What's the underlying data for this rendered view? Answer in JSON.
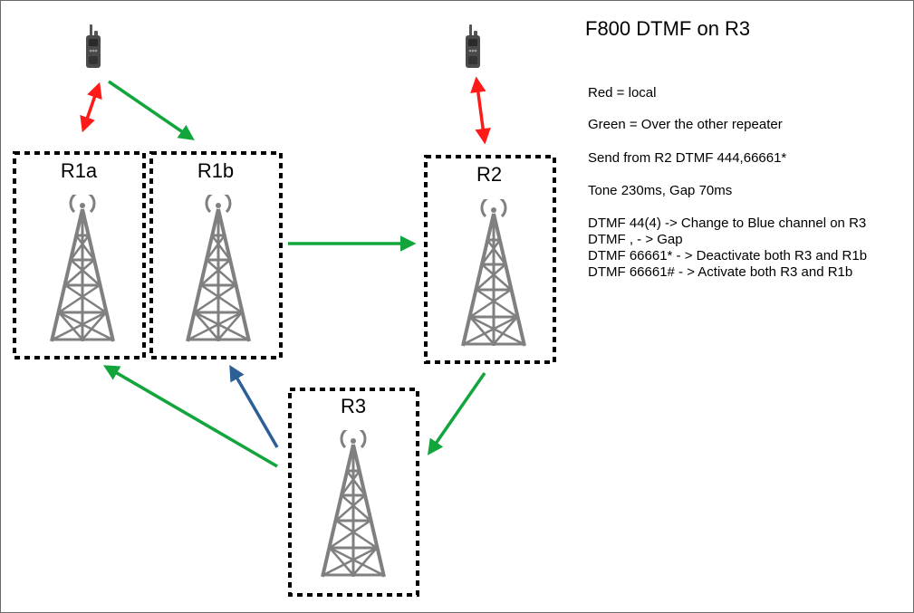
{
  "title": "F800 DTMF on R3",
  "nodes": {
    "r1a": "R1a",
    "r1b": "R1b",
    "r2": "R2",
    "r3": "R3"
  },
  "legend": {
    "red": "Red = local",
    "green": "Green = Over the other repeater"
  },
  "notes": {
    "send": "Send from R2 DTMF 444,66661*",
    "timing": "Tone 230ms, Gap 70ms",
    "dtmf_lines": [
      "DTMF 44(4) -> Change to Blue channel on R3",
      "DTMF , - > Gap",
      "DTMF 66661* - > Deactivate both R3 and R1b",
      "DTMF 66661# - > Activate both R3 and R1b"
    ]
  },
  "colors": {
    "red_arrow": "#ff1a1a",
    "green_arrow": "#12a53c",
    "blue_arrow": "#2c5f96",
    "tower": "#808080",
    "box_border": "#000000"
  },
  "icons": {
    "handheld": "walkie-talkie-icon",
    "tower": "radio-tower-icon"
  }
}
